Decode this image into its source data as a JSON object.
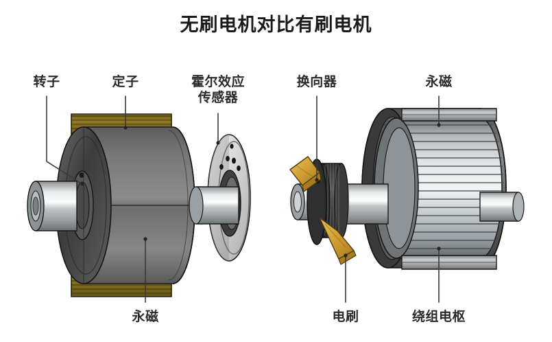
{
  "title": "无刷电机对比有刷电机",
  "diagram": {
    "left_motor_name": "brushless-motor",
    "right_motor_name": "brushed-motor"
  },
  "labels": {
    "rotor": "转子",
    "stator": "定子",
    "hall_sensor": "霍尔效应\n传感器",
    "commutator": "换向器",
    "permanent_magnet_right": "永磁",
    "permanent_magnet_left": "永磁",
    "brush": "电刷",
    "winding_armature": "绕组电枢"
  },
  "colors": {
    "background": "#ffffff",
    "text": "#2a2a2a",
    "leader_line": "#3a3a3a",
    "magnet_gold": "#8a7320",
    "magnet_gold_dark": "#6b5a18",
    "body_gray_light": "#8d8d8d",
    "body_gray_dark": "#5a5a5a",
    "shaft_chrome": "#d8dadc",
    "outline": "#1d1d1d",
    "hall_disc": "#d9d9d9",
    "brush_gold": "#d9a93c",
    "armature_steel": "#c8ccce"
  }
}
